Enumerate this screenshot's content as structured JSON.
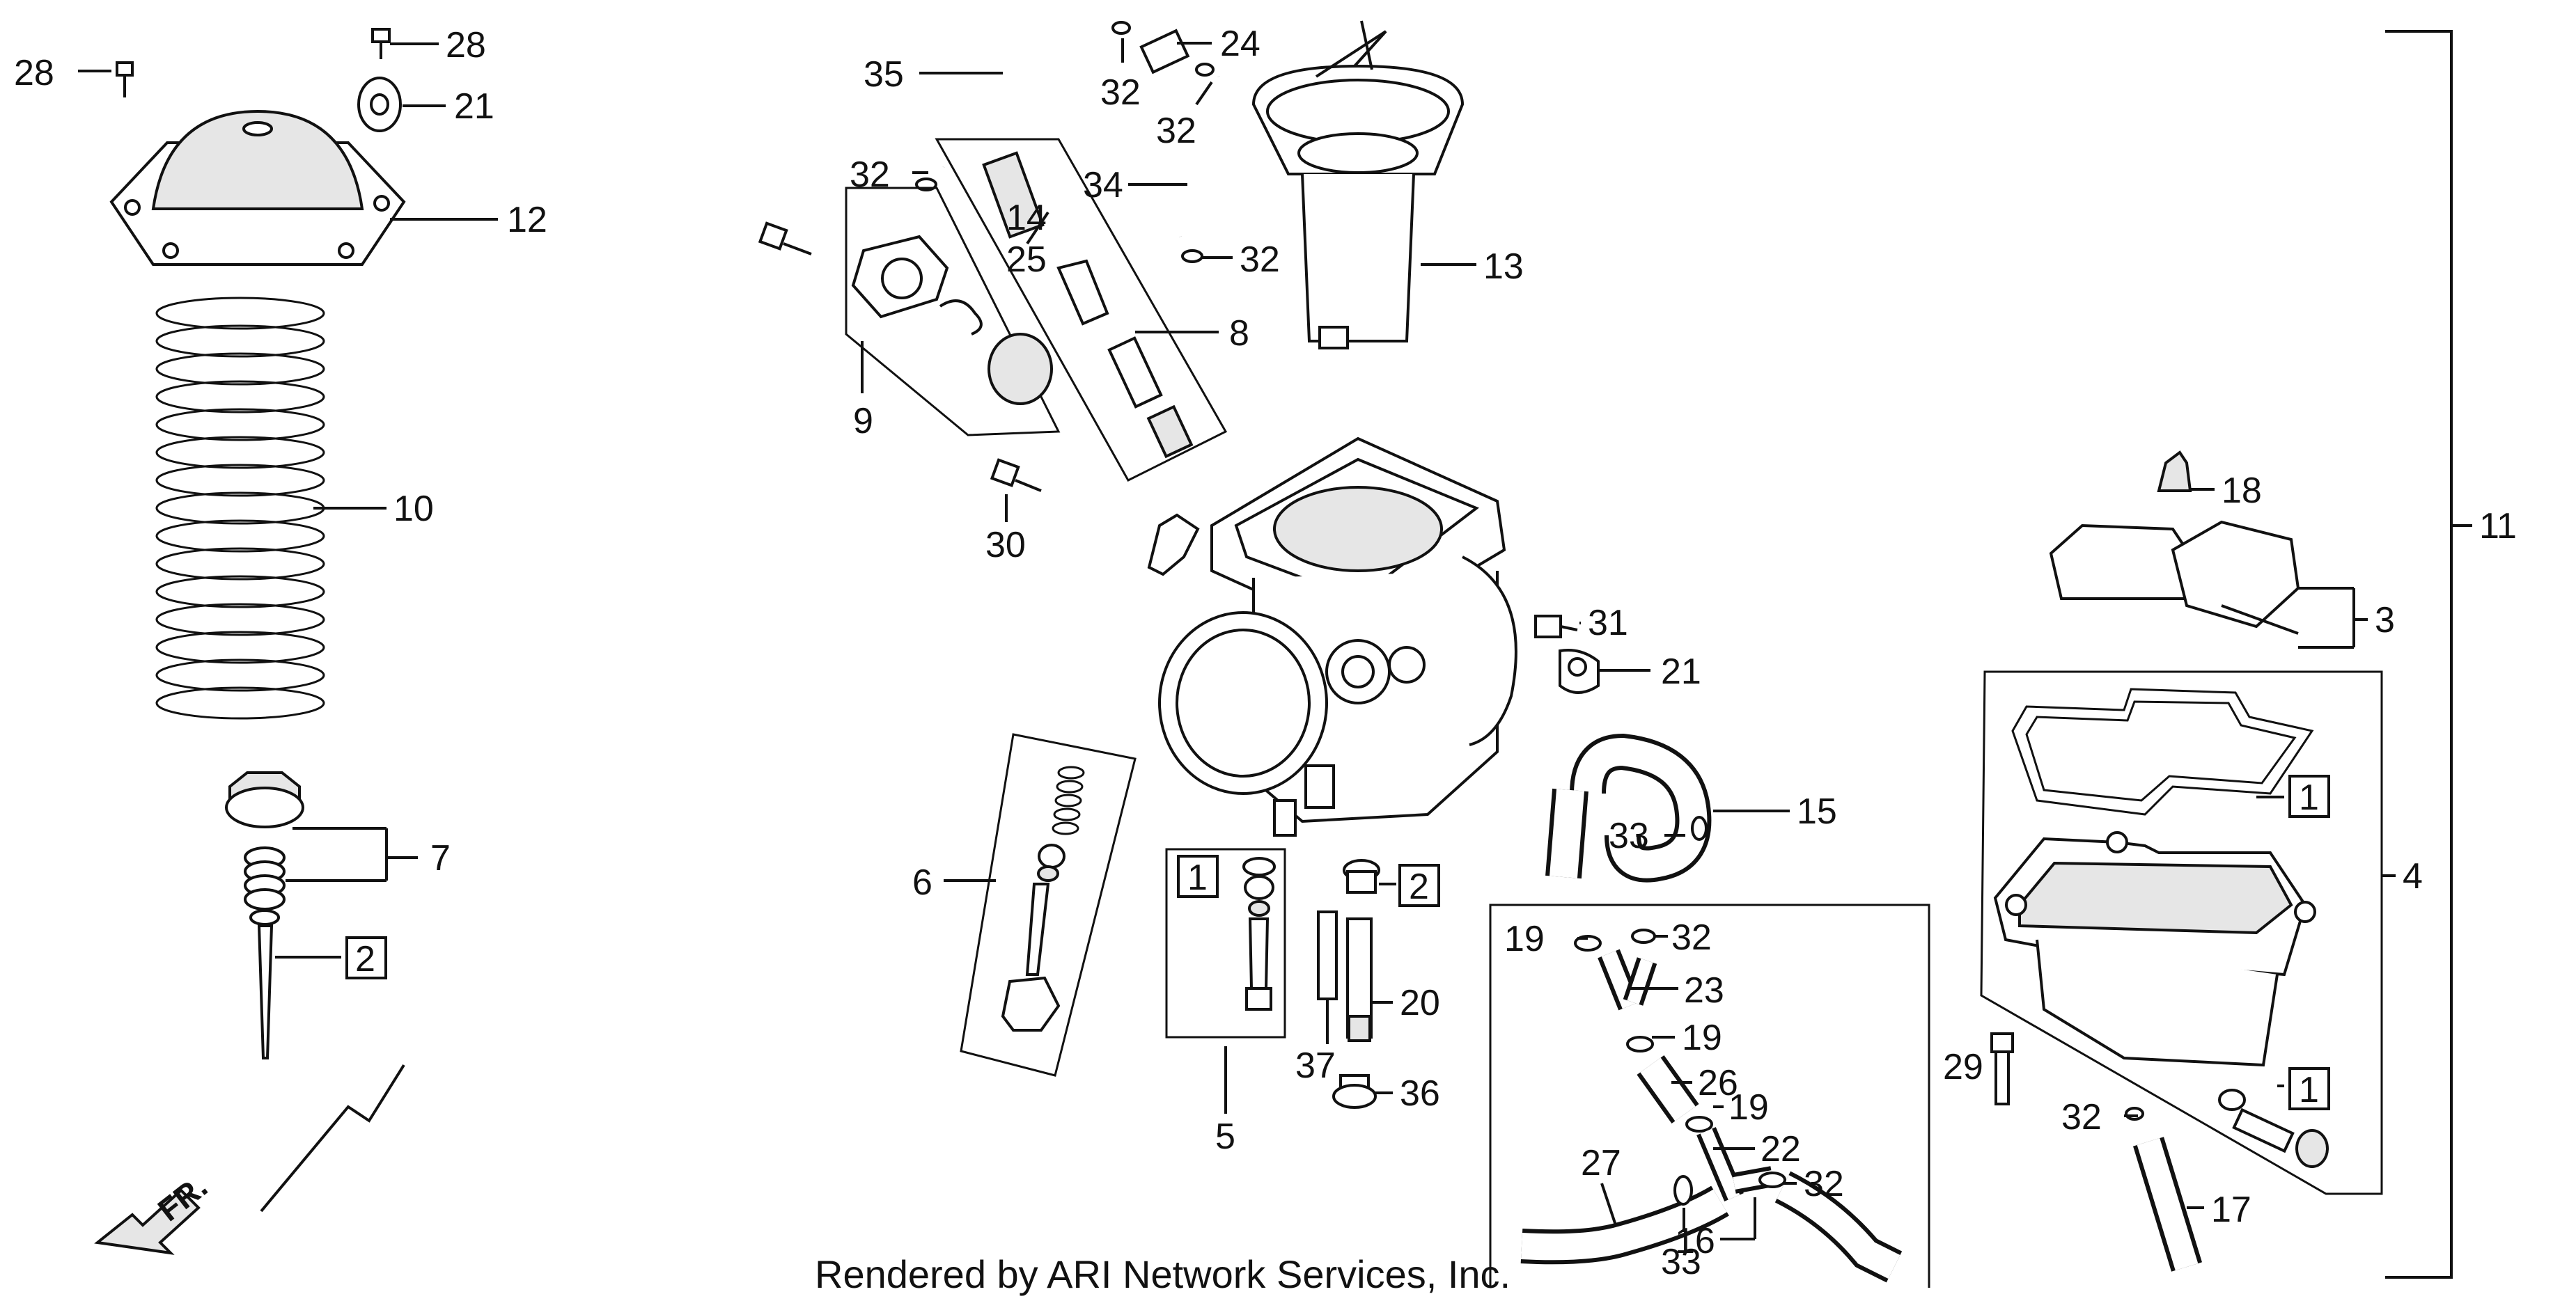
{
  "diagram": {
    "credit": "Rendered by ARI Network Services, Inc.",
    "front_marker": "FR.",
    "callouts": {
      "c28a": "28",
      "c28b": "28",
      "c21a": "21",
      "c12": "12",
      "c10": "10",
      "c7": "7",
      "c2a": "2",
      "c35": "35",
      "c32a": "32",
      "c24": "24",
      "c32b": "32",
      "c32c": "32",
      "c34": "34",
      "c14": "14",
      "c25": "25",
      "c32d": "32",
      "c13": "13",
      "c8": "8",
      "c9": "9",
      "c30": "30",
      "c18": "18",
      "c11": "11",
      "c3": "3",
      "c31": "31",
      "c21b": "21",
      "c6": "6",
      "c1a": "1",
      "c2b": "2",
      "c20": "20",
      "c37": "37",
      "c36": "36",
      "c5": "5",
      "c33a": "33",
      "c15": "15",
      "c19a": "19",
      "c32e": "32",
      "c23": "23",
      "c19b": "19",
      "c26": "26",
      "c19c": "19",
      "c22": "22",
      "c27": "27",
      "c32f": "32",
      "c33b": "33",
      "c16": "16",
      "c1b": "1",
      "c4": "4",
      "c29": "29",
      "c32g": "32",
      "c1c": "1",
      "c17": "17"
    }
  }
}
